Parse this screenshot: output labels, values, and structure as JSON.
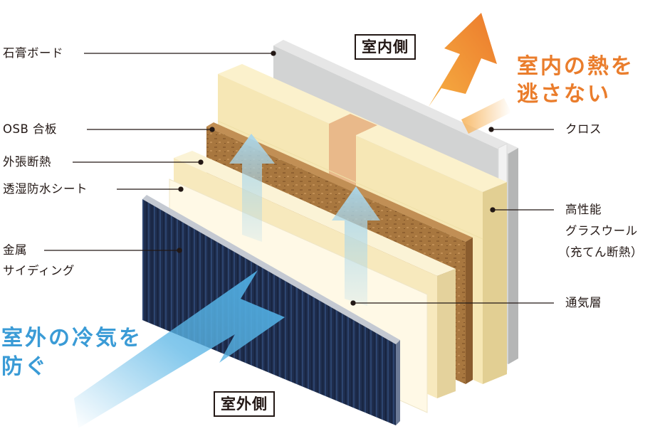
{
  "labels": {
    "gypsum_board": "石膏ボード",
    "osb_plywood": "OSB 合板",
    "external_insulation": "外張断熱",
    "breathable_sheet": "透湿防水シート",
    "metal_siding_line1": "金属",
    "metal_siding_line2": "サイディング",
    "cloth": "クロス",
    "glass_wool_line1": "高性能",
    "glass_wool_line2": "グラスウール",
    "glass_wool_line3": "（充てん断熱）",
    "air_layer": "通気層"
  },
  "sides": {
    "indoor": "室内側",
    "outdoor": "室外側"
  },
  "messages": {
    "indoor_line1": "室内の熱を",
    "indoor_line2": "逃さない",
    "outdoor_line1": "室外の冷気を",
    "outdoor_line2": "防ぐ"
  },
  "colors": {
    "indoor_accent": "#ea7d2c",
    "outdoor_accent": "#3a9bd6",
    "siding": "#1e2d4d",
    "osb": "#a8773f",
    "insulation": "#f6e7b5",
    "gypsum": "#c9caca"
  }
}
